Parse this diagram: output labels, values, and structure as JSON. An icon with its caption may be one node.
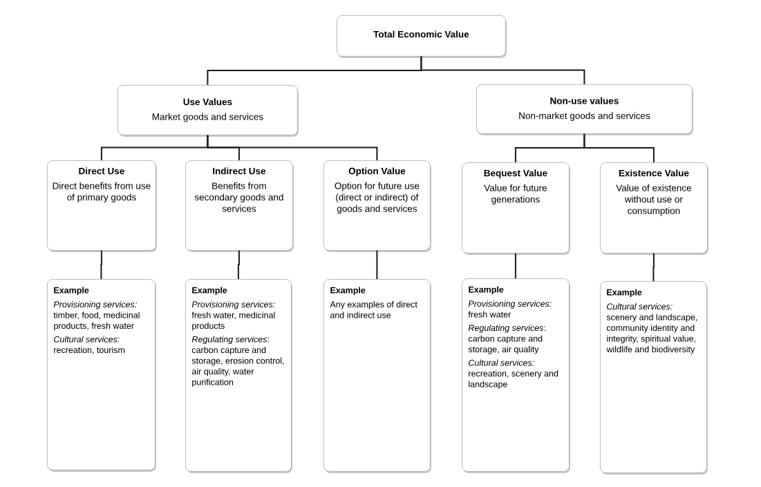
{
  "diagram": {
    "nodes": [
      {
        "text": [
          "Total Economic Value"
        ]
      },
      {
        "text": [
          "Use Values",
          "Market goods and services"
        ]
      },
      {
        "text": [
          "Non-use values",
          "Non-market goods and services"
        ]
      },
      {
        "text": [
          "Direct Use",
          "Direct benefits from use of primary goods"
        ]
      },
      {
        "text": [
          "Indirect Use",
          "Benefits from secondary goods and services"
        ]
      },
      {
        "text": [
          "Option Value",
          "Option for future use (direct or indirect) of goods and services"
        ]
      },
      {
        "text": [
          "Bequest Value",
          "Value for future generations"
        ]
      },
      {
        "text": [
          "Existence Value",
          "Value of existence without use or consumption"
        ]
      },
      {
        "text": [
          "Example",
          "*Provisioning services:* timber, food, medicinal products, fresh water",
          "*Cultural services:* recreation, tourism"
        ]
      },
      {
        "text": [
          "Example",
          "*Provisioning services:* fresh water, medicinal products",
          "*Regulating services*: carbon capture and storage, erosion control, air quality, water purification"
        ]
      },
      {
        "text": [
          "Example",
          "Any examples of direct and indirect use"
        ]
      },
      {
        "text": [
          "Example",
          "*Provisioning services:* fresh water",
          "*Regulating services*: carbon capture and storage, air quality",
          "*Cultural services:* recreation, scenery and landscape"
        ]
      },
      {
        "text": [
          "Example",
          "*Cultural services:* scenery and landscape, community identity and integrity, spiritual value, wildlife and biodiversity"
        ]
      }
    ],
    "edges": [
      {
        "from": 0,
        "to": 1,
        "arrow": "none"
      },
      {
        "from": 0,
        "to": 2,
        "arrow": "none"
      },
      {
        "from": 1,
        "to": 3,
        "arrow": "none"
      },
      {
        "from": 1,
        "to": 4,
        "arrow": "none"
      },
      {
        "from": 1,
        "to": 5,
        "arrow": "none"
      },
      {
        "from": 2,
        "to": 6,
        "arrow": "none"
      },
      {
        "from": 2,
        "to": 7,
        "arrow": "none"
      },
      {
        "from": 3,
        "to": 8,
        "arrow": "none"
      },
      {
        "from": 4,
        "to": 9,
        "arrow": "none"
      },
      {
        "from": 5,
        "to": 10,
        "arrow": "none"
      },
      {
        "from": 6,
        "to": 11,
        "arrow": "none"
      },
      {
        "from": 7,
        "to": 12,
        "arrow": "none"
      }
    ]
  }
}
